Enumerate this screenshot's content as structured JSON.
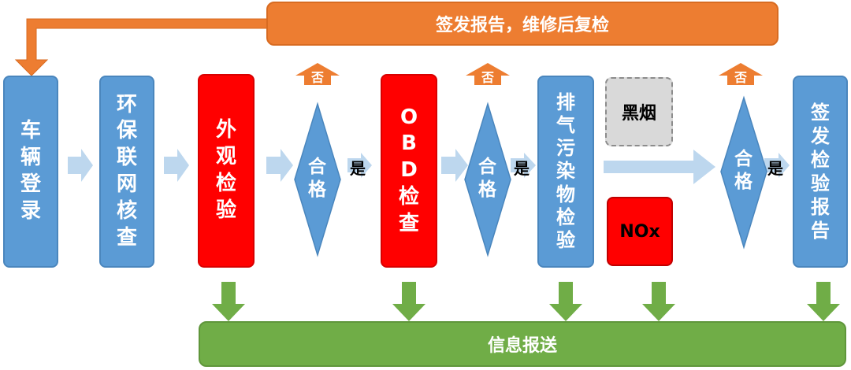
{
  "top_bar": "签发报告，维修后复检",
  "bottom_bar": "信息报送",
  "steps": {
    "registration": "车辆登录",
    "network_check": "环保联网核查",
    "visual_inspection": "外观检验",
    "obd_check": "OBD检查",
    "emission_test": "排气污染物检验",
    "issue_report": "签发检验报告"
  },
  "emission_items": [
    "黑烟",
    "NOx"
  ],
  "decision": "合格",
  "yes_label": "是",
  "no_label": "否",
  "colors": {
    "blue": "#5b9bd5",
    "red": "#ff0000",
    "orange": "#ed7d31",
    "green": "#70ad47",
    "light_arrow": "#bdd7ee",
    "gray": "#d9d9d9"
  }
}
